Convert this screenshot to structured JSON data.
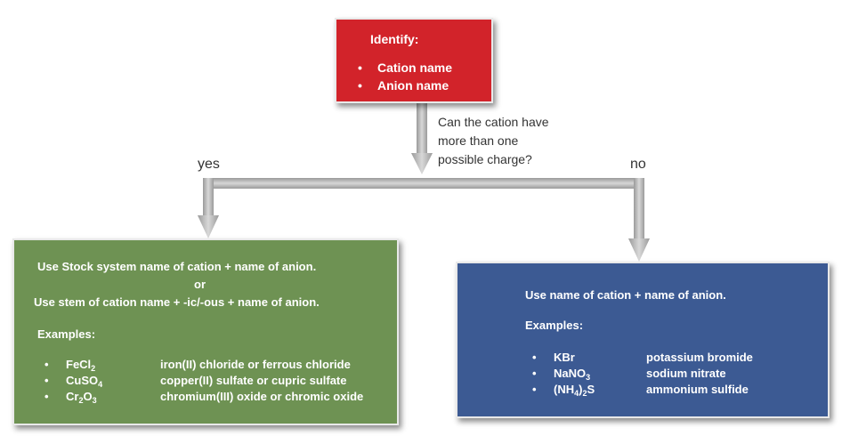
{
  "identify": {
    "title": "Identify:",
    "items": [
      "Cation name",
      "Anion name"
    ]
  },
  "question": {
    "line1": "Can the cation have",
    "line2": "more than one",
    "line3": "possible charge?"
  },
  "branches": {
    "yes": "yes",
    "no": "no"
  },
  "stock_box": {
    "line1": "Use Stock system name of cation + name of anion.",
    "or": "or",
    "line2": "Use stem of cation name + -ic/-ous + name of anion.",
    "examples_label": "Examples:",
    "examples": [
      {
        "formula_parts": [
          "FeCl",
          "2",
          ""
        ],
        "name": "iron(II) chloride or ferrous chloride"
      },
      {
        "formula_parts": [
          "CuSO",
          "4",
          ""
        ],
        "name": "copper(II) sulfate or cupric sulfate"
      },
      {
        "formula_parts": [
          "Cr",
          "2",
          "O",
          "3"
        ],
        "name": "chromium(III) oxide or chromic oxide"
      }
    ]
  },
  "names_box": {
    "line1": "Use name of cation + name of anion.",
    "examples_label": "Examples:",
    "examples": [
      {
        "formula_parts": [
          "KBr"
        ],
        "name": "potassium bromide"
      },
      {
        "formula_parts": [
          "NaNO",
          "3"
        ],
        "name": "sodium nitrate"
      },
      {
        "formula_parts": [
          "(NH",
          "4",
          ")",
          "2",
          "S"
        ],
        "name": "ammonium sulfide"
      }
    ]
  },
  "colors": {
    "identify_box": "#d2232a",
    "stock_box": "#6e9253",
    "names_box": "#3c5a93",
    "connector": "#a6a6a6"
  }
}
